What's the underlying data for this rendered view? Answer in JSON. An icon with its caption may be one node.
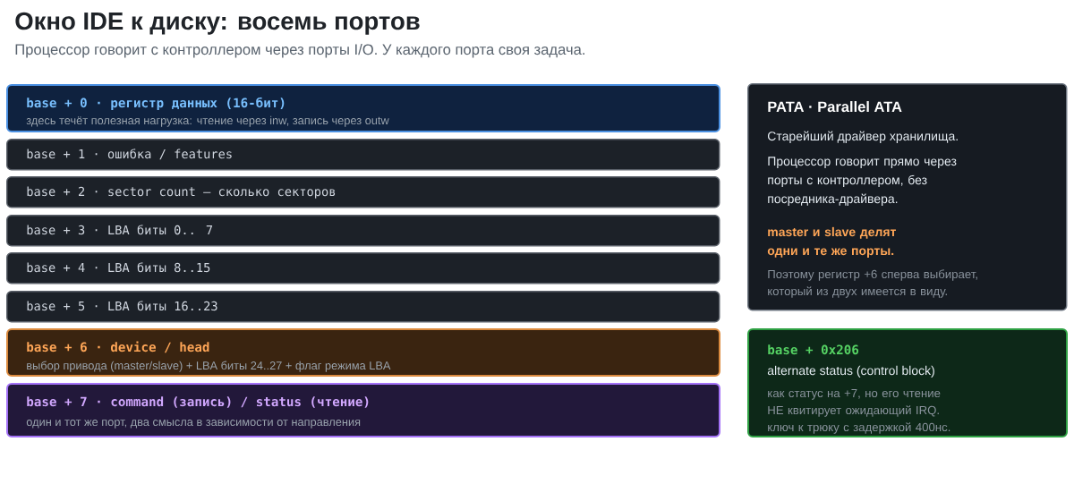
{
  "diagram": {
    "title": "Окно IDE к диску: восемь портов",
    "nodes": [
      {
        "text": [
          "base + 0 · регистр данных (16-бит)",
          "здесь течёт полезная нагрузка: чтение через inw, запись через outw"
        ]
      },
      {
        "text": [
          "base + 1 · ошибка / features"
        ]
      },
      {
        "text": [
          "base + 2 · sector count — сколько секторов"
        ]
      },
      {
        "text": [
          "base + 3 · LBA биты 0.. 7"
        ]
      },
      {
        "text": [
          "base + 4 · LBA биты 8..15"
        ]
      },
      {
        "text": [
          "base + 5 · LBA биты 16..23"
        ]
      },
      {
        "text": [
          "base + 6 · device / head",
          "выбор привода (master/slave) + LBA биты 24..27 + флаг режима LBA"
        ]
      },
      {
        "text": [
          "base + 7 · command (запись) / status (чтение)",
          "один и тот же порт, два смысла в зависимости от направления"
        ]
      },
      {
        "text": [
          "PATA · Parallel ATA",
          "Старейший драйвер хранилища.",
          "Процессор говорит прямо через порты с контроллером, без посредника-драйвера.",
          "master и slave делят одни и те же порты.",
          "Поэтому регистр +6 сперва выбирает, который из двух имеется в виду."
        ]
      },
      {
        "text": [
          "base + 0x206",
          "alternate status (control block)",
          "как статус на +7, но его чтение НЕ квитирует ожидающий IRQ. ключ к трюку с задержкой 400нс."
        ]
      }
    ],
    "labels": [
      "Процессор говорит с контроллером через порты I/O. У каждого порта своя задача."
    ]
  }
}
